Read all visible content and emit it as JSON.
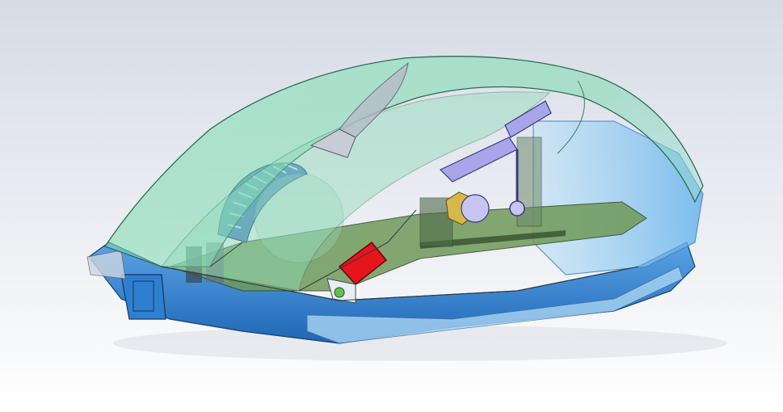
{
  "scene": {
    "colors": {
      "background_top": "#d6dbe6",
      "background_bottom": "#ffffff",
      "top_shell": "#7fd9b0",
      "base_shell": "#2f7fd0",
      "pcb": "#6f9a5a",
      "scroll_wheel": "#4f86c8",
      "switch_red": "#e8141c",
      "side_button": "#a7a6e8",
      "nut_gold": "#d6b84a",
      "mount_dark": "#3c4a5a"
    },
    "parts": [
      "top-shell",
      "base-shell",
      "pcb",
      "scroll-wheel",
      "side-buttons",
      "red-switch",
      "nut",
      "front-bracket"
    ]
  }
}
